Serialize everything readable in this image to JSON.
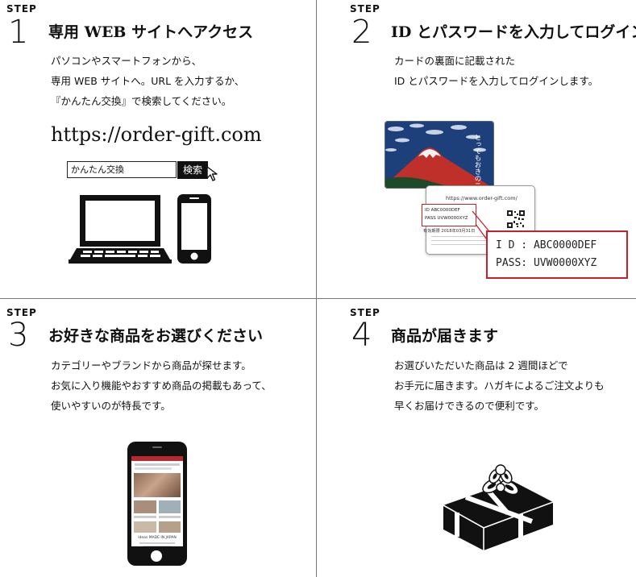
{
  "colors": {
    "accent_red": "#c8202a",
    "ink": "#111111",
    "divider": "#777777"
  },
  "steps": [
    {
      "label": "STEP",
      "number": "1",
      "title": "専用 WEB サイトへアクセス",
      "desc": [
        "パソコンやスマートフォンから、",
        "専用 WEB サイトへ。URL を入力するか、",
        "『かんたん交換』で検索してください。"
      ],
      "url": "https://order-gift.com",
      "search_value": "かんたん交換",
      "search_button": "検索",
      "icons": [
        "laptop-icon",
        "smartphone-icon",
        "cursor-icon"
      ]
    },
    {
      "label": "STEP",
      "number": "2",
      "title": "ID とパスワードを入力してログイン",
      "desc": [
        "カードの裏面に記載された",
        "ID とパスワードを入力してログインします。"
      ],
      "id_line": "I D    : ABC0000DEF",
      "pass_line": "PASS: UVW0000XYZ",
      "card_front_text": "とってもおきのニッポンを贈る",
      "card_back_url": "https://www.order-gift.com/",
      "card_back_id": "ID    ABC0000DEF",
      "card_back_pass": "PASS  UVW0000XYZ",
      "card_back_expiry": "有効期限 2018年03月31日"
    },
    {
      "label": "STEP",
      "number": "3",
      "title": "お好きな商品をお選びください",
      "desc": [
        "カテゴリーやブランドから商品が探せます。",
        "お気に入り機能やおすすめ商品の掲載もあって、",
        "使いやすいのが特長です。"
      ],
      "phone_caption": "Ideas MADE IN JAPAN"
    },
    {
      "label": "STEP",
      "number": "4",
      "title": "商品が届きます",
      "desc": [
        "お選びいただいた商品は 2 週間ほどで",
        "お手元に届きます。ハガキによるご注文よりも",
        "早くお届けできるので便利です。"
      ],
      "icons": [
        "gift-box-icon"
      ]
    }
  ]
}
